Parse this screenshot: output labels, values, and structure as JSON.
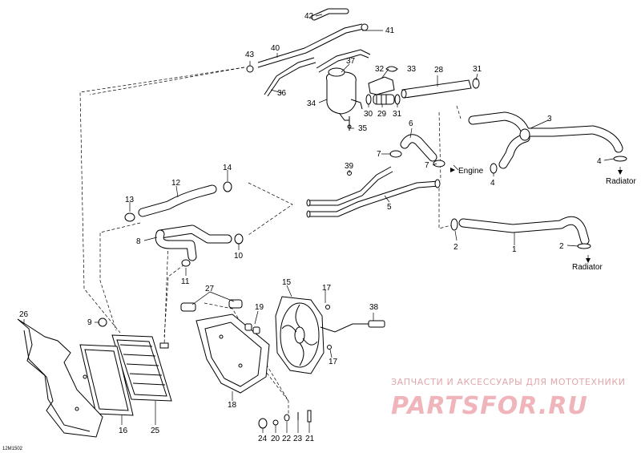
{
  "diagram": {
    "code": "12M1502",
    "callouts": [
      "1",
      "2",
      "3",
      "4",
      "5",
      "6",
      "7",
      "8",
      "9",
      "10",
      "11",
      "12",
      "13",
      "14",
      "15",
      "16",
      "17",
      "18",
      "19",
      "20",
      "21",
      "22",
      "23",
      "24",
      "25",
      "26",
      "27",
      "28",
      "29",
      "30",
      "31",
      "32",
      "33",
      "34",
      "35",
      "36",
      "37",
      "38",
      "39",
      "40",
      "41",
      "42",
      "43"
    ],
    "engine_label": "Engine",
    "radiator_label_top": "Radiator",
    "radiator_label_bottom": "Radiator"
  },
  "watermark": {
    "text": "ЗАПЧАСТИ И АКСЕССУАРЫ ДЛЯ МОТОТЕХНИКИ",
    "logo": "PARTSFOR.RU"
  }
}
